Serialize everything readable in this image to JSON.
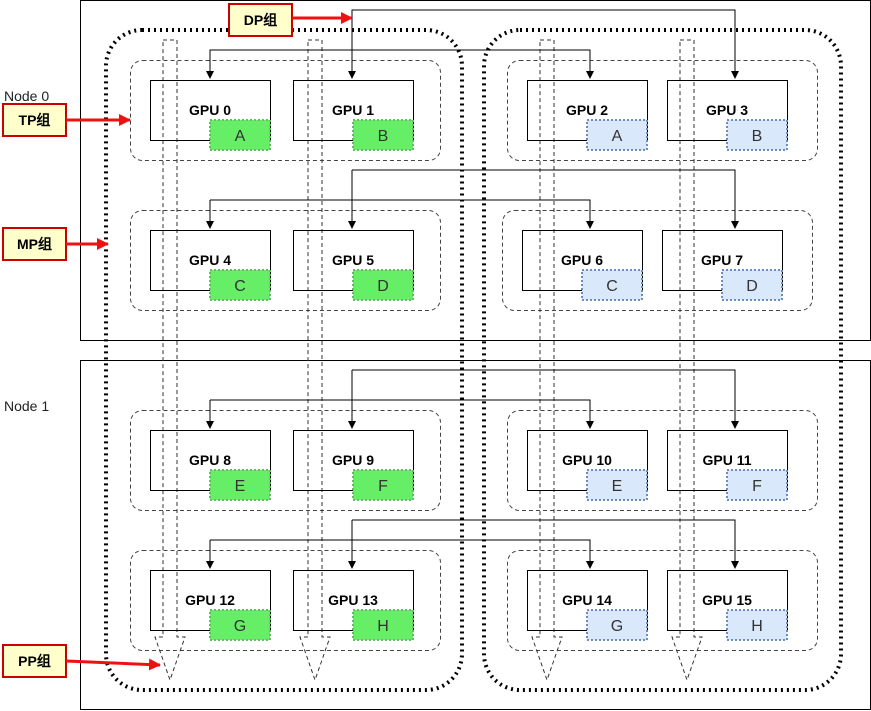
{
  "colors": {
    "green_fill": "#66ee66",
    "green_border": "#66bb66",
    "blue_fill": "#dae8fc",
    "blue_border": "#6c8ebf",
    "tag_fill": "#ffffcc",
    "tag_border": "#cc0000",
    "arrow_red": "#ee1111"
  },
  "nodes": [
    {
      "label": "Node 0"
    },
    {
      "label": "Node 1"
    }
  ],
  "tags": {
    "dp": "DP组",
    "tp": "TP组",
    "mp": "MP组",
    "pp": "PP组"
  },
  "gpus": [
    {
      "name": "GPU 0",
      "shard": "A",
      "color": "green"
    },
    {
      "name": "GPU 1",
      "shard": "B",
      "color": "green"
    },
    {
      "name": "GPU 2",
      "shard": "A",
      "color": "blue"
    },
    {
      "name": "GPU 3",
      "shard": "B",
      "color": "blue"
    },
    {
      "name": "GPU 4",
      "shard": "C",
      "color": "green"
    },
    {
      "name": "GPU 5",
      "shard": "D",
      "color": "green"
    },
    {
      "name": "GPU 6",
      "shard": "C",
      "color": "blue"
    },
    {
      "name": "GPU 7",
      "shard": "D",
      "color": "blue"
    },
    {
      "name": "GPU 8",
      "shard": "E",
      "color": "green"
    },
    {
      "name": "GPU 9",
      "shard": "F",
      "color": "green"
    },
    {
      "name": "GPU 10",
      "shard": "E",
      "color": "blue"
    },
    {
      "name": "GPU 11",
      "shard": "F",
      "color": "blue"
    },
    {
      "name": "GPU 12",
      "shard": "G",
      "color": "green"
    },
    {
      "name": "GPU 13",
      "shard": "H",
      "color": "green"
    },
    {
      "name": "GPU 14",
      "shard": "G",
      "color": "blue"
    },
    {
      "name": "GPU 15",
      "shard": "H",
      "color": "blue"
    }
  ]
}
